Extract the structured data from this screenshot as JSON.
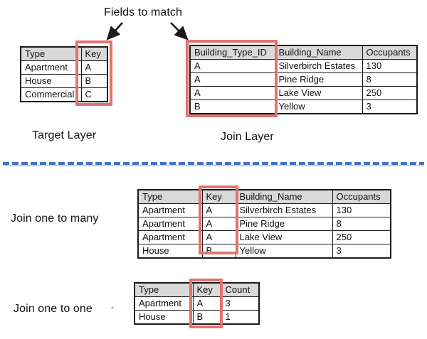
{
  "annotation": {
    "fields_to_match": "Fields to match",
    "icons": [
      "arrow-down-left-icon",
      "arrow-down-right-icon"
    ]
  },
  "target_layer": {
    "label": "Target Layer",
    "table": {
      "headers": [
        "Type",
        "Key"
      ],
      "rows": [
        [
          "Apartment",
          "A"
        ],
        [
          "House",
          "B"
        ],
        [
          "Commercial",
          "C"
        ]
      ]
    }
  },
  "join_layer": {
    "label": "Join Layer",
    "table": {
      "headers": [
        "Building_Type_ID",
        "Building_Name",
        "Occupants"
      ],
      "rows": [
        [
          "A",
          "Silverbirch Estates",
          "130"
        ],
        [
          "A",
          "Pine Ridge",
          "8"
        ],
        [
          "A",
          "Lake View",
          "250"
        ],
        [
          "B",
          "Yellow",
          "3"
        ]
      ]
    }
  },
  "join_one_to_many": {
    "label": "Join one to many",
    "table": {
      "headers": [
        "Type",
        "Key",
        "Building_Name",
        "Occupants"
      ],
      "rows": [
        [
          "Apartment",
          "A",
          "Silverbirch Estates",
          "130"
        ],
        [
          "Apartment",
          "A",
          "Pine Ridge",
          "8"
        ],
        [
          "Apartment",
          "A",
          "Lake View",
          "250"
        ],
        [
          "House",
          "B",
          "Yellow",
          "3"
        ]
      ]
    }
  },
  "join_one_to_one": {
    "label": "Join one to one",
    "table": {
      "headers": [
        "Type",
        "Key",
        "Count"
      ],
      "rows": [
        [
          "Apartment",
          "A",
          "3"
        ],
        [
          "House",
          "B",
          "1"
        ]
      ]
    }
  },
  "misc": {
    "stray_dot": "-"
  },
  "colors": {
    "highlight_red": "#E3736C",
    "header_gray": "#D9D9D9",
    "divider_blue": "#4472C4",
    "arrow_black": "#1a1a1a"
  }
}
